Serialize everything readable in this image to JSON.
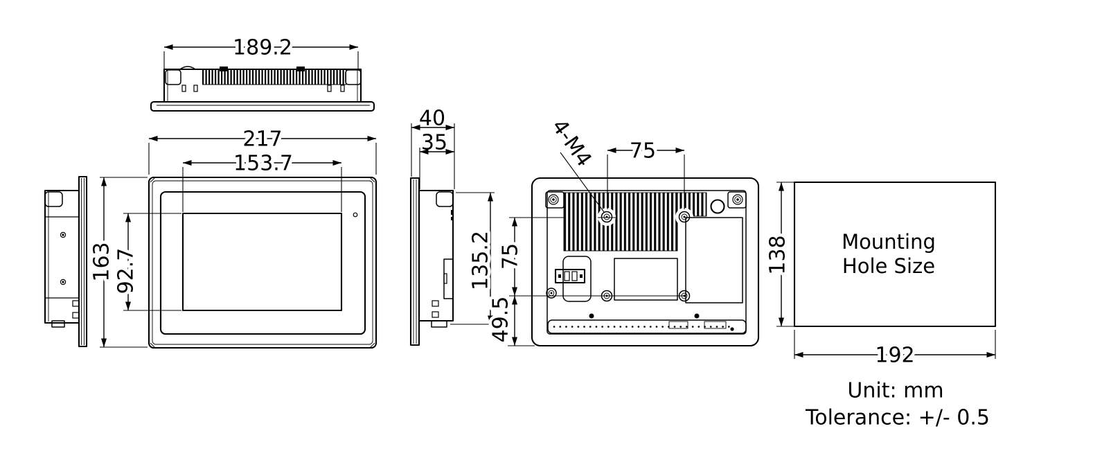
{
  "views": {
    "top": {
      "dim_width": "189.2"
    },
    "front": {
      "dim_width": "217",
      "dim_screen_width": "153.7",
      "dim_height": "163",
      "dim_screen_height": "92.7"
    },
    "side": {
      "dim_depth_total": "40",
      "dim_depth_body": "35",
      "dim_body_height": "135.2"
    },
    "rear": {
      "screw_callout": "4-M4",
      "dim_hole_spacing_h": "75",
      "dim_hole_spacing_v": "75",
      "dim_bottom_offset": "49.5"
    },
    "mounting": {
      "label_line1": "Mounting",
      "label_line2": "Hole Size",
      "dim_width": "192",
      "dim_height": "138"
    }
  },
  "notes": {
    "unit": "Unit: mm",
    "tolerance": "Tolerance: +/- 0.5"
  }
}
